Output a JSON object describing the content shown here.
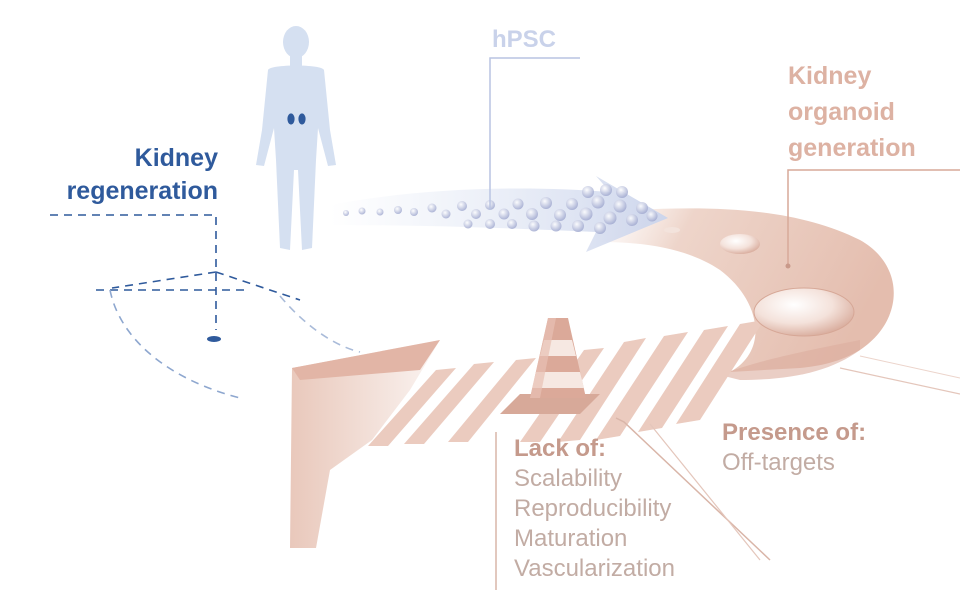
{
  "labels": {
    "kidney_regeneration": [
      "Kidney",
      "regeneration"
    ],
    "hpsc": "hPSC",
    "kidney_organoid_generation": [
      "Kidney",
      "organoid",
      "generation"
    ],
    "lack_of": {
      "heading": "Lack of:",
      "items": [
        "Scalability",
        "Reproducibility",
        "Maturation",
        "Vascularization"
      ]
    },
    "presence_of": {
      "heading": "Presence of:",
      "items": [
        "Off-targets"
      ]
    }
  },
  "colors": {
    "regeneration_blue": "#2f5a9c",
    "hpsc_lavender": "#c9d2ea",
    "body_blue": "#d5e0f1",
    "organoid_pink": "#e7c3b6",
    "label_pink": "#c59a8c",
    "cell_purple": "#9aa3cc"
  },
  "icons": [
    "human-body-icon",
    "kidneys-icon",
    "traffic-cone-icon",
    "organoid-dome-icon",
    "hpsc-cell-icon"
  ]
}
